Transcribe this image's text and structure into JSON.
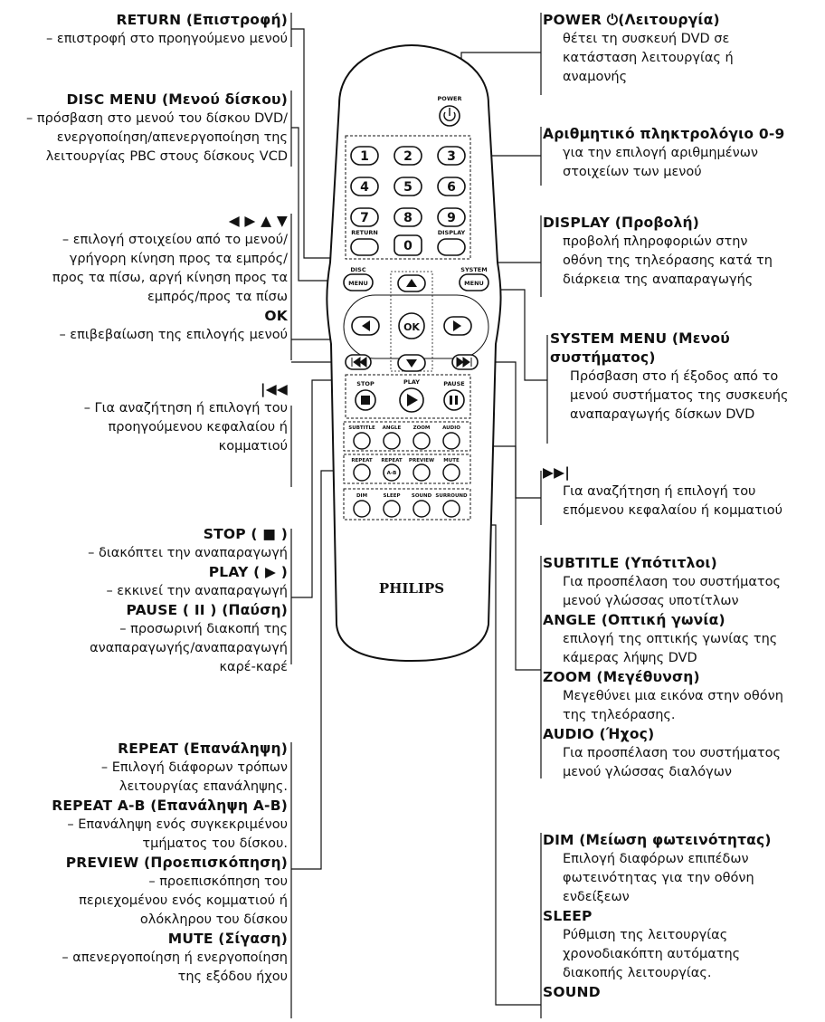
{
  "left": {
    "return_title": "RETURN (Επιστροφή)",
    "return_desc": "– επιστροφή στο προηγούμενο μενού",
    "discmenu_title": "DISC MENU (Μενού δίσκου)",
    "discmenu_desc": [
      "– πρόσβαση στο μενού του δίσκου DVD/",
      "ενεργοποίηση/απενεργοποίηση της",
      "λειτουργίας PBC στους δίσκους VCD"
    ],
    "arrows_title": "◀ ▶ ▲ ▼",
    "arrows_desc": [
      "– επιλογή στοιχείου από το μενού/",
      "γρήγορη κίνηση προς τα εμπρός/",
      "προς τα πίσω, αργή κίνηση προς τα",
      "εμπρός/προς τα πίσω"
    ],
    "ok_title": "OK",
    "ok_desc": "– επιβεβαίωση της επιλογής μενού",
    "prev_title": "|◀◀",
    "prev_desc": [
      "– Για αναζήτηση ή επιλογή του",
      "προηγούμενου κεφαλαίου ή",
      "κομματιού"
    ],
    "stop_title": "STOP ( ■ )",
    "stop_desc": "– διακόπτει την αναπαραγωγή",
    "play_title": "PLAY ( ▶ )",
    "play_desc": "– εκκινεί την αναπαραγωγή",
    "pause_title": "PAUSE ( II ) (Παύση)",
    "pause_desc": [
      "– προσωρινή διακοπή της",
      "αναπαραγωγής/αναπαραγωγή",
      "καρέ-καρέ"
    ],
    "repeat_title": "REPEAT (Επανάληψη)",
    "repeat_desc": [
      "– Επιλογή διάφορων τρόπων",
      "λειτουργίας επανάληψης."
    ],
    "repeatab_title": "REPEAT A-B (Επανάληψη A-B)",
    "repeatab_desc": [
      "– Επανάληψη ενός συγκεκριμένου",
      "τμήματος του δίσκου."
    ],
    "preview_title": "PREVIEW (Προεπισκόπηση)",
    "preview_desc": [
      "– προεπισκόπηση του",
      "περιεχομένου ενός κομματιού ή",
      "ολόκληρου του δίσκου"
    ],
    "mute_title": "MUTE (Σίγαση)",
    "mute_desc": [
      "– απενεργοποίηση ή ενεργοποίηση",
      "της εξόδου ήχου"
    ]
  },
  "right": {
    "power_title": "POWER ⏻(Λειτουργία)",
    "power_desc": [
      "θέτει τη συσκευή DVD σε",
      "κατάσταση λειτουργίας ή",
      "αναμονής"
    ],
    "keypad_title": "Αριθμητικό πληκτρολόγιο 0-9",
    "keypad_desc": [
      "για την επιλογή αριθμημένων",
      "στοιχείων των μενού"
    ],
    "display_title": "DISPLAY (Προβολή)",
    "display_desc": [
      "προβολή πληροφοριών στην",
      "οθόνη της τηλεόρασης κατά τη",
      "διάρκεια της αναπαραγωγής"
    ],
    "system_title": [
      "SYSTEM MENU (Μενού",
      "συστήματος)"
    ],
    "system_desc": [
      "Πρόσβαση στο ή έξοδος από το",
      "μενού συστήματος της συσκευής",
      "αναπαραγωγής δίσκων DVD"
    ],
    "next_title": "▶▶|",
    "next_desc": [
      "Για αναζήτηση ή επιλογή του",
      "επόμενου κεφαλαίου ή κομματιού"
    ],
    "subtitle_title": "SUBTITLE (Υπότιτλοι)",
    "subtitle_desc": [
      "Για προσπέλαση του συστήματος",
      "μενού γλώσσας υποτίτλων"
    ],
    "angle_title": "ANGLE (Οπτική γωνία)",
    "angle_desc": [
      "επιλογή της οπτικής γωνίας της",
      "κάμερας λήψης DVD"
    ],
    "zoom_title": "ZOOM (Μεγέθυνση)",
    "zoom_desc": [
      "Μεγεθύνει μια εικόνα στην οθόνη",
      "της τηλεόρασης."
    ],
    "audio_title": "AUDIO (Ήχος)",
    "audio_desc": [
      "Για προσπέλαση του συστήματος",
      "μενού γλώσσας διαλόγων"
    ],
    "dim_title": "DIM (Μείωση φωτεινότητας)",
    "dim_desc": [
      "Επιλογή διαφόρων επιπέδων",
      "φωτεινότητας για την οθόνη",
      "ενδείξεων"
    ],
    "sleep_title": "SLEEP",
    "sleep_desc": [
      "Ρύθμιση της λειτουργίας",
      "χρονοδιακόπτη αυτόματης",
      "διακοπής λειτουργίας."
    ],
    "sound_title": "SOUND"
  },
  "remote": {
    "brand": "PHILIPS",
    "power": "POWER",
    "digits": [
      "1",
      "2",
      "3",
      "4",
      "5",
      "6",
      "7",
      "8",
      "9",
      "0"
    ],
    "return": "RETURN",
    "display": "DISPLAY",
    "disc": "DISC",
    "system": "SYSTEM",
    "menu": "MENU",
    "ok": "OK",
    "stop": "STOP",
    "play": "PLAY",
    "pause": "PAUSE",
    "row1": [
      "SUBTITLE",
      "ANGLE",
      "ZOOM",
      "AUDIO"
    ],
    "row2": [
      "REPEAT",
      "REPEAT",
      "PREVIEW",
      "MUTE"
    ],
    "ab": "A-B",
    "row3": [
      "DIM",
      "SLEEP",
      "SOUND",
      "SURROUND"
    ]
  }
}
